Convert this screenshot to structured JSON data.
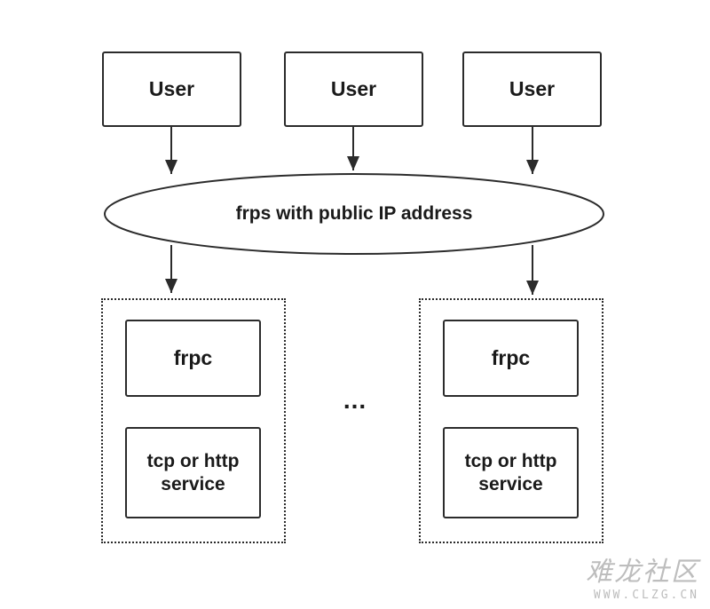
{
  "users": [
    "User",
    "User",
    "User"
  ],
  "server": {
    "label": "frps with public IP address"
  },
  "clients": [
    {
      "frpc": "frpc",
      "service": "tcp or http service"
    },
    {
      "frpc": "frpc",
      "service": "tcp or http service"
    }
  ],
  "ellipsis": "...",
  "watermark": {
    "text": "难龙社区",
    "url": "WWW.CLZG.CN"
  },
  "colors": {
    "stroke": "#2b2b2b",
    "text": "#1a1a1a",
    "watermark": "#bdbdbd"
  }
}
